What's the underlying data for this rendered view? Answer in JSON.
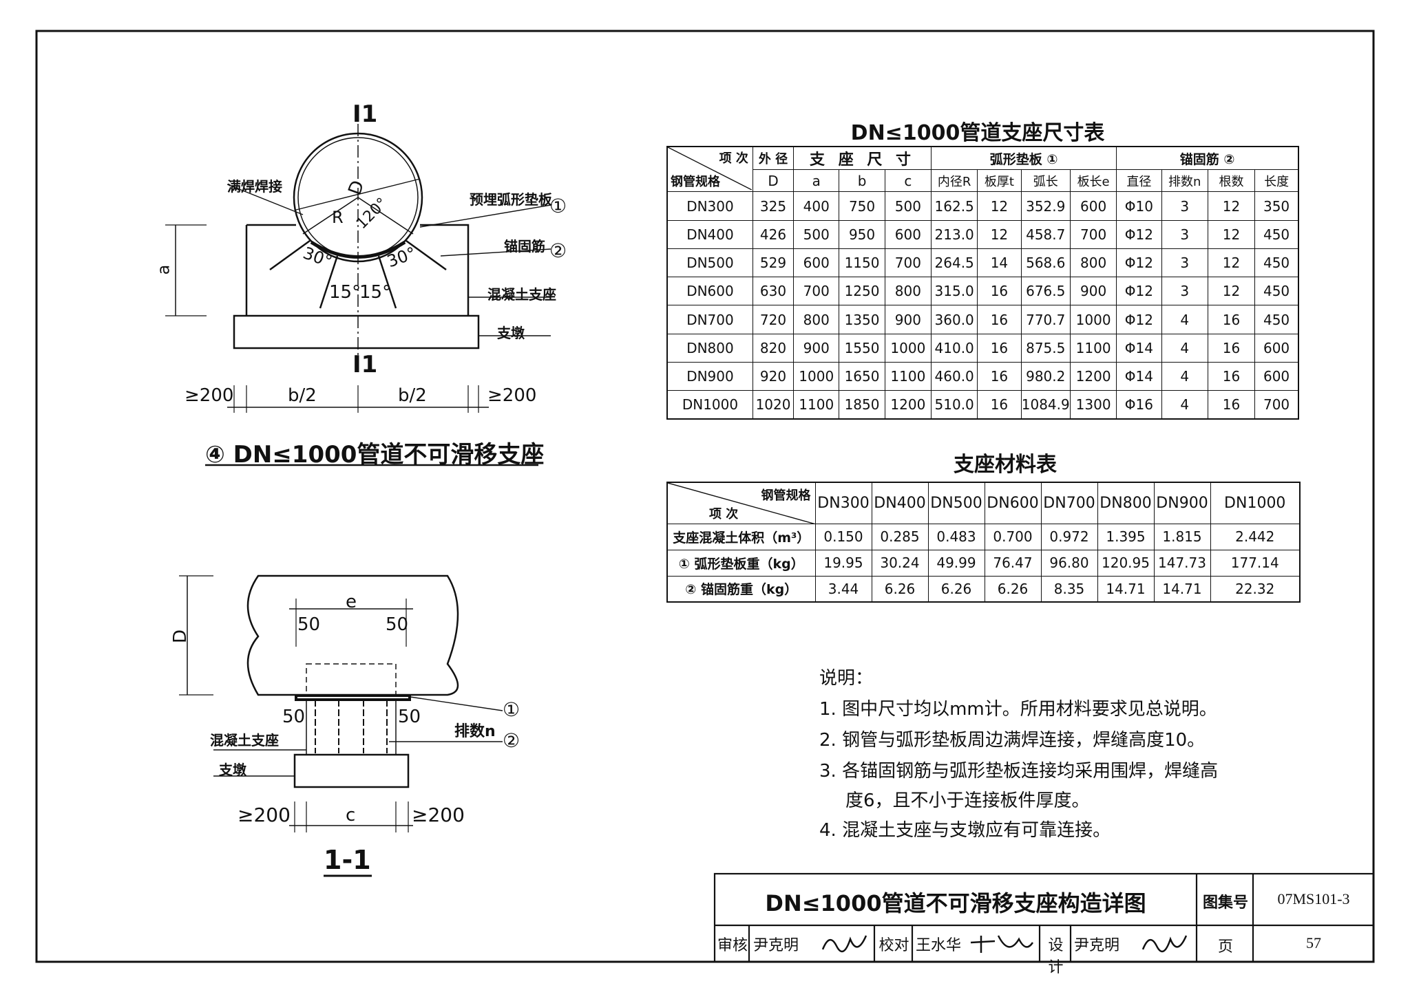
{
  "detail_view": {
    "section_mark_top": "1",
    "section_mark_bottom": "1",
    "label_full_weld": "满焊焊接",
    "label_embedded_pad": "预埋弧形垫板",
    "label_anchor_bar": "锚固筋",
    "label_concrete_seat": "混凝土支座",
    "label_pier": "支墩",
    "callout_1": "①",
    "callout_2": "②",
    "dim_D": "D",
    "dim_R": "R",
    "angle_120": "120°",
    "angle_30_left": "30°",
    "angle_30_right": "30°",
    "angle_15_left": "15°",
    "angle_15_right": "15°",
    "dim_a": "a",
    "dim_ge200_left": "≥200",
    "dim_ge200_right": "≥200",
    "dim_b2_left": "b/2",
    "dim_b2_right": "b/2",
    "caption_num": "④",
    "caption_text": "DN≤1000管道不可滑移支座"
  },
  "section_view": {
    "dim_e": "e",
    "dim_50_tl": "50",
    "dim_50_tr": "50",
    "dim_50_bl": "50",
    "dim_50_br": "50",
    "dim_D": "D",
    "label_rows": "排数n",
    "label_concrete_seat": "混凝土支座",
    "label_pier": "支墩",
    "callout_1": "①",
    "callout_2": "②",
    "dim_ge200_left": "≥200",
    "dim_ge200_right": "≥200",
    "dim_c": "c",
    "caption": "1-1"
  },
  "dimension_table": {
    "title": "DN≤1000管道支座尺寸表",
    "header": {
      "item": "项 次",
      "spec": "钢管规格",
      "outer": "外 径",
      "seat": "支 座 尺 寸",
      "pad": "弧形垫板 ①",
      "anchor": "锚固筋 ②",
      "D": "D",
      "a": "a",
      "b": "b",
      "c": "c",
      "R": "内径R",
      "t": "板厚t",
      "arc": "弧长",
      "e": "板长e",
      "dia": "直径",
      "n": "排数n",
      "count": "根数",
      "len": "长度"
    },
    "rows": [
      [
        "DN300",
        "325",
        "400",
        "750",
        "500",
        "162.5",
        "12",
        "352.9",
        "600",
        "Φ10",
        "3",
        "12",
        "350"
      ],
      [
        "DN400",
        "426",
        "500",
        "950",
        "600",
        "213.0",
        "12",
        "458.7",
        "700",
        "Φ12",
        "3",
        "12",
        "450"
      ],
      [
        "DN500",
        "529",
        "600",
        "1150",
        "700",
        "264.5",
        "14",
        "568.6",
        "800",
        "Φ12",
        "3",
        "12",
        "450"
      ],
      [
        "DN600",
        "630",
        "700",
        "1250",
        "800",
        "315.0",
        "16",
        "676.5",
        "900",
        "Φ12",
        "3",
        "12",
        "450"
      ],
      [
        "DN700",
        "720",
        "800",
        "1350",
        "900",
        "360.0",
        "16",
        "770.7",
        "1000",
        "Φ12",
        "4",
        "16",
        "450"
      ],
      [
        "DN800",
        "820",
        "900",
        "1550",
        "1000",
        "410.0",
        "16",
        "875.5",
        "1100",
        "Φ14",
        "4",
        "16",
        "600"
      ],
      [
        "DN900",
        "920",
        "1000",
        "1650",
        "1100",
        "460.0",
        "16",
        "980.2",
        "1200",
        "Φ14",
        "4",
        "16",
        "600"
      ],
      [
        "DN1000",
        "1020",
        "1100",
        "1850",
        "1200",
        "510.0",
        "16",
        "1084.9",
        "1300",
        "Φ16",
        "4",
        "16",
        "700"
      ]
    ]
  },
  "material_table": {
    "title": "支座材料表",
    "corner_top": "钢管规格",
    "corner_bottom": "项 次",
    "columns": [
      "DN300",
      "DN400",
      "DN500",
      "DN600",
      "DN700",
      "DN800",
      "DN900",
      "DN1000"
    ],
    "rows": [
      {
        "label": "支座混凝土体积（m³）",
        "values": [
          "0.150",
          "0.285",
          "0.483",
          "0.700",
          "0.972",
          "1.395",
          "1.815",
          "2.442"
        ]
      },
      {
        "label": "① 弧形垫板重（kg）",
        "values": [
          "19.95",
          "30.24",
          "49.99",
          "76.47",
          "96.80",
          "120.95",
          "147.73",
          "177.14"
        ]
      },
      {
        "label": "② 锚固筋重（kg）",
        "values": [
          "3.44",
          "6.26",
          "6.26",
          "6.26",
          "8.35",
          "14.71",
          "14.71",
          "22.32"
        ]
      }
    ]
  },
  "notes": {
    "heading": "说明：",
    "items": [
      "1. 图中尺寸均以mm计。所用材料要求见总说明。",
      "2. 钢管与弧形垫板周边满焊连接，焊缝高度10。",
      "3. 各锚固钢筋与弧形垫板连接均采用围焊，焊缝高",
      "度6，且不小于连接板件厚度。",
      "4. 混凝土支座与支墩应有可靠连接。"
    ]
  },
  "title_block": {
    "drawing_title": "DN≤1000管道不可滑移支座构造详图",
    "atlas_label": "图集号",
    "atlas_no": "07MS101-3",
    "review_label": "审核",
    "review_name": "尹克明",
    "check_label": "校对",
    "check_name": "王水华",
    "design_label": "设计",
    "design_name": "尹克明",
    "page_label": "页",
    "page_no": "57"
  }
}
